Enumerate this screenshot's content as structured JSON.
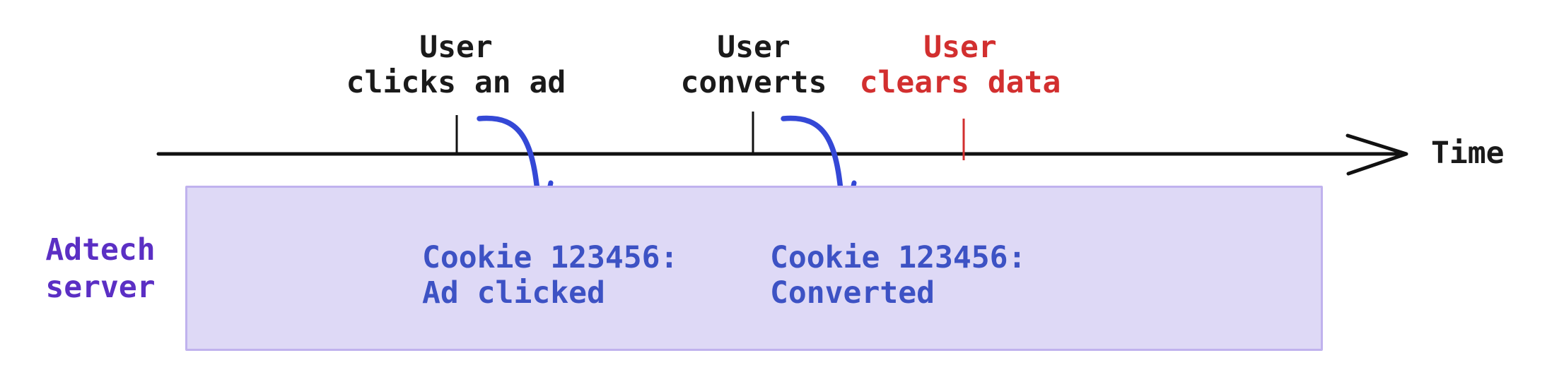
{
  "palette": {
    "text_black": "#1a1a1a",
    "event_alert_red": "#d22f2f",
    "cookie_text_blue": "#3d52c4",
    "arrow_blue": "#3448d6",
    "server_label_purple": "#5b2fc4",
    "box_fill": "#ded9f6",
    "box_border": "#c0b2ee"
  },
  "timeline": {
    "axis_label": "Time",
    "events": [
      {
        "line1": "User",
        "line2": "clicks an ad",
        "color": "black"
      },
      {
        "line1": "User",
        "line2": "converts",
        "color": "black"
      },
      {
        "line1": "User",
        "line2": "clears data",
        "color": "red"
      }
    ]
  },
  "server": {
    "label_line1": "Adtech",
    "label_line2": "server",
    "records": [
      {
        "line1": "Cookie 123456:",
        "line2": "Ad clicked"
      },
      {
        "line1": "Cookie 123456:",
        "line2": "Converted"
      }
    ]
  }
}
